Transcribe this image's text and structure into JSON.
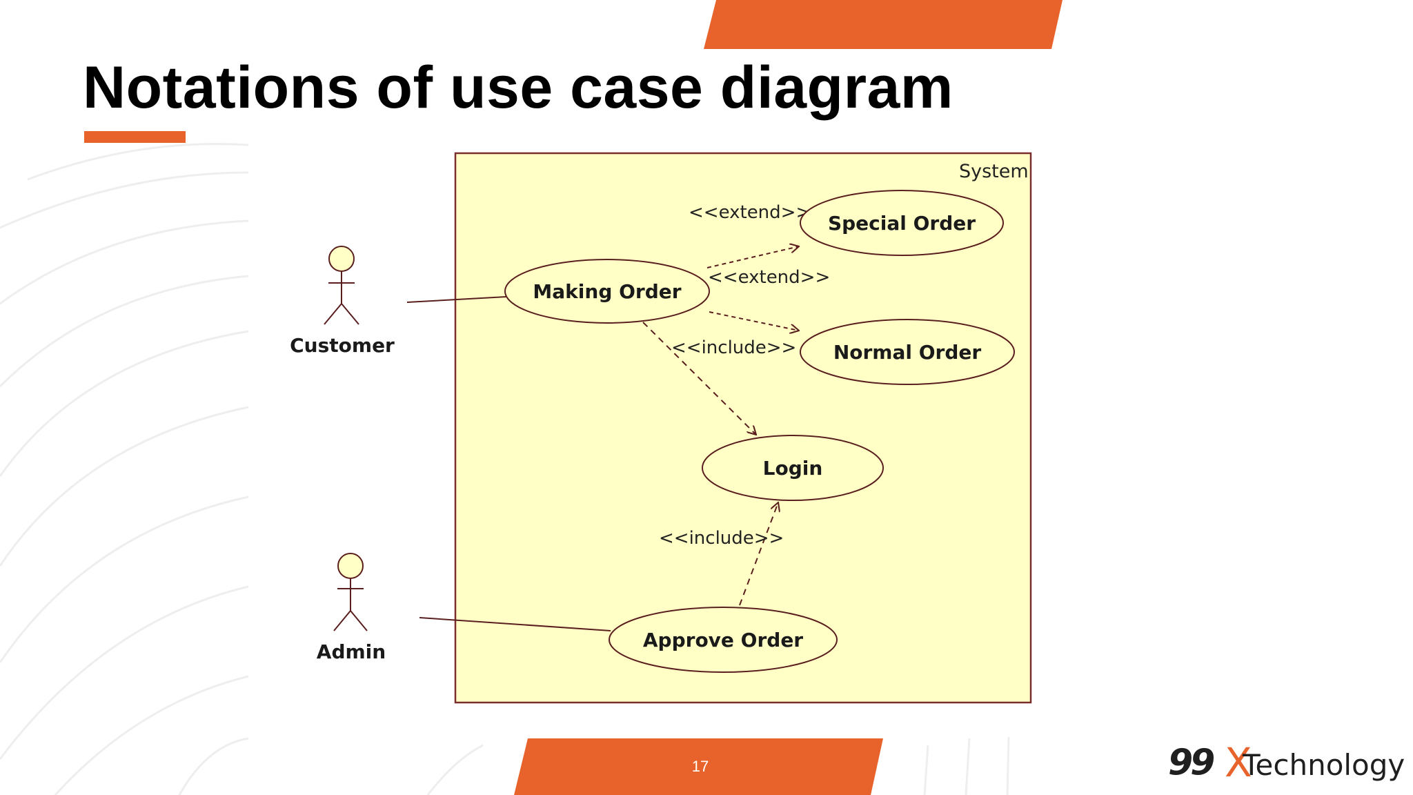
{
  "slide": {
    "title": "Notations of use case diagram",
    "page_number": "17",
    "accent_color": "#e8632b"
  },
  "logo": {
    "number": "99",
    "mark": "X",
    "word": "Technology"
  },
  "diagram": {
    "system_label": "System",
    "actors": [
      {
        "name": "Customer"
      },
      {
        "name": "Admin"
      }
    ],
    "use_cases": [
      {
        "name": "Special Order"
      },
      {
        "name": "Making Order"
      },
      {
        "name": "Normal Order"
      },
      {
        "name": "Login"
      },
      {
        "name": "Approve Order"
      }
    ],
    "relationships": [
      {
        "from": "Making Order",
        "to": "Special Order",
        "label": "<<extend>>"
      },
      {
        "from": "Making Order",
        "to": "Normal Order",
        "label": "<<extend>>"
      },
      {
        "from": "Making Order",
        "to": "Login",
        "label": "<<include>>"
      },
      {
        "from": "Approve Order",
        "to": "Login",
        "label": "<<include>>"
      }
    ],
    "associations": [
      {
        "actor": "Customer",
        "use_case": "Making Order"
      },
      {
        "actor": "Admin",
        "use_case": "Approve Order"
      }
    ],
    "colors": {
      "system_fill": "#ffffc6",
      "system_border": "#7a2e2e",
      "use_case_fill": "#ffffc6",
      "line": "#5a1e1e"
    }
  }
}
